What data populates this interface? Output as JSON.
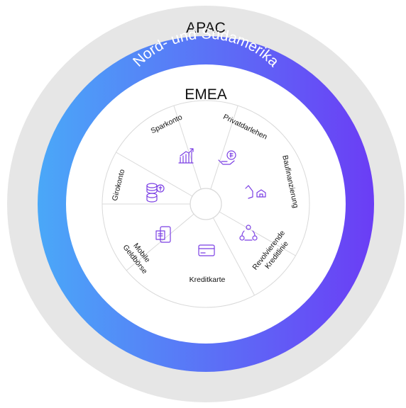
{
  "rings": {
    "outer": {
      "label": "APAC",
      "color": "#e6e6e6"
    },
    "middle": {
      "label": "Nord- und Südamerika",
      "gradient": [
        "#4aa8f8",
        "#6b3df5"
      ]
    },
    "inner": {
      "label": "EMEA",
      "color": "#ffffff"
    }
  },
  "segments": [
    {
      "label": "Sparkonto",
      "icon": "bar-chart-icon"
    },
    {
      "label": "Privatdarlehen",
      "icon": "coin-in-hand-icon"
    },
    {
      "label": "Baufinanzierung",
      "icon": "house-in-hand-icon"
    },
    {
      "label": "Revolvierende Kreditlinie",
      "icon": "cycle-arrows-icon"
    },
    {
      "label": "Kreditkarte",
      "icon": "credit-card-icon"
    },
    {
      "label": "Mobile Geldbörse",
      "icon": "wallet-icon"
    },
    {
      "label": "Girokonto",
      "icon": "coin-stack-icon"
    }
  ],
  "colors": {
    "icon": "#7b3fe4",
    "divider": "#d9d9d9"
  }
}
